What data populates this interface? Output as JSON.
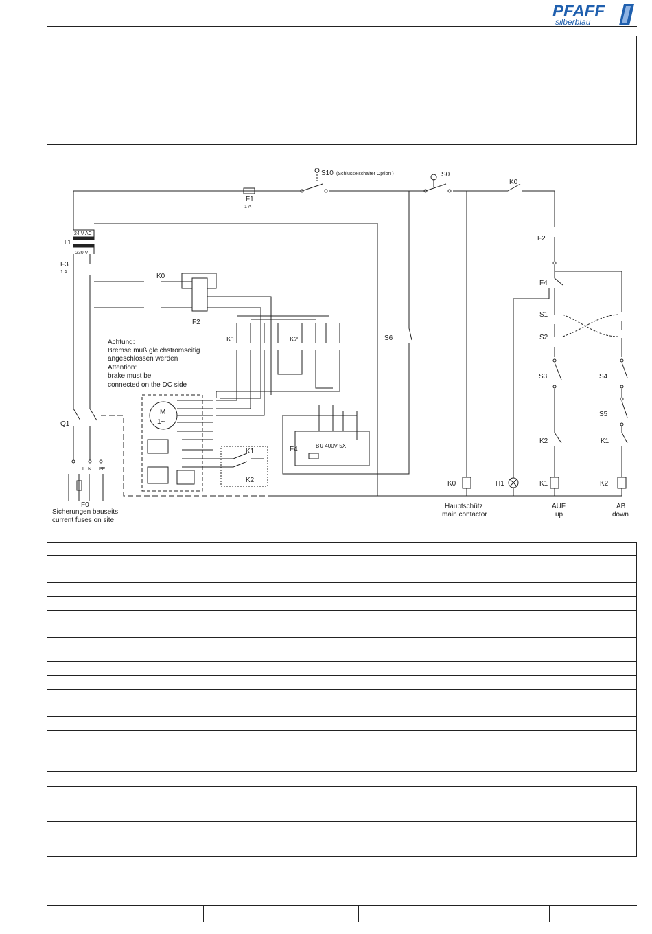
{
  "brand": {
    "name": "PFAFF",
    "sub": "silberblau"
  },
  "schematic": {
    "s10_label": "S10",
    "s10_note": "(Schlüsselschalter Option )",
    "s0_label": "S0",
    "k0_top": "K0",
    "k0_contacts": "K0",
    "f1_label": "F1",
    "f1_rating": "1 A",
    "t1_label": "T1",
    "t1_primary": "24 V AC",
    "t1_secondary": "230 V",
    "f3_label": "F3",
    "f3_rating": "1 A",
    "f2_top": "F2",
    "f2_mid": "F2",
    "f4_top": "F4",
    "f4_box_label": "F4",
    "f4_box_text": "BU 400V 5X",
    "k1_contacts": "K1",
    "k2_contacts": "K2",
    "note_de_1": "Achtung:",
    "note_de_2": "Bremse muß gleichstromseitig",
    "note_de_3": "angeschlossen werden",
    "note_en_1": "Attention:",
    "note_en_2": "brake must be",
    "note_en_3": "connected on the DC side",
    "motor_label": "M",
    "motor_type": "1~",
    "s6_label": "S6",
    "q1_label": "Q1",
    "f0_label": "F0",
    "f0_de": "Sicherungen bauseits",
    "f0_en": "current fuses on site",
    "s1_label": "S1",
    "s2_label": "S2",
    "s3_label": "S3",
    "s4_label": "S4",
    "s5_label": "S5",
    "k1_aux": "K1",
    "k2_aux": "K2",
    "k2_interlock": "K2",
    "k1_interlock": "K1",
    "k0_coil": "K0",
    "h1_label": "H1",
    "k1_coil": "K1",
    "k2_coil": "K2",
    "main_contactor_de": "Hauptschütz",
    "main_contactor_en": "main contactor",
    "up_de": "AUF",
    "up_en": "up",
    "down_de": "AB",
    "down_en": "down",
    "l_label": "L",
    "n_label": "N",
    "pe_label": "PE"
  },
  "colors": {
    "line": "#222222",
    "brand_blue": "#1f5fae"
  }
}
